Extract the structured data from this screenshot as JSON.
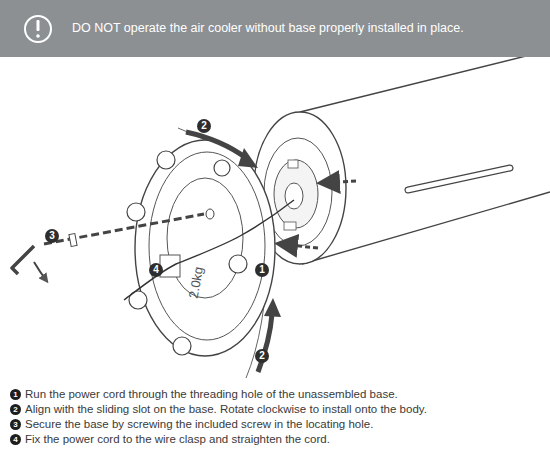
{
  "diagram": {
    "nodes": [
      {
        "text": [
          "DO NOT operate the air cooler without base properly installed in place."
        ]
      }
    ],
    "labels": [
      "2",
      "3",
      "4",
      "2.0kg",
      "1",
      "2",
      "1",
      "Run the power cord through the threading hole of the unassembled base.",
      "2",
      "Align with the sliding slot on the base. Rotate clockwise to install onto the body.",
      "3",
      "Secure the base by screwing the included screw in the locating hole.",
      "4",
      "Fix the power cord to the wire clasp and straighten the cord."
    ]
  }
}
